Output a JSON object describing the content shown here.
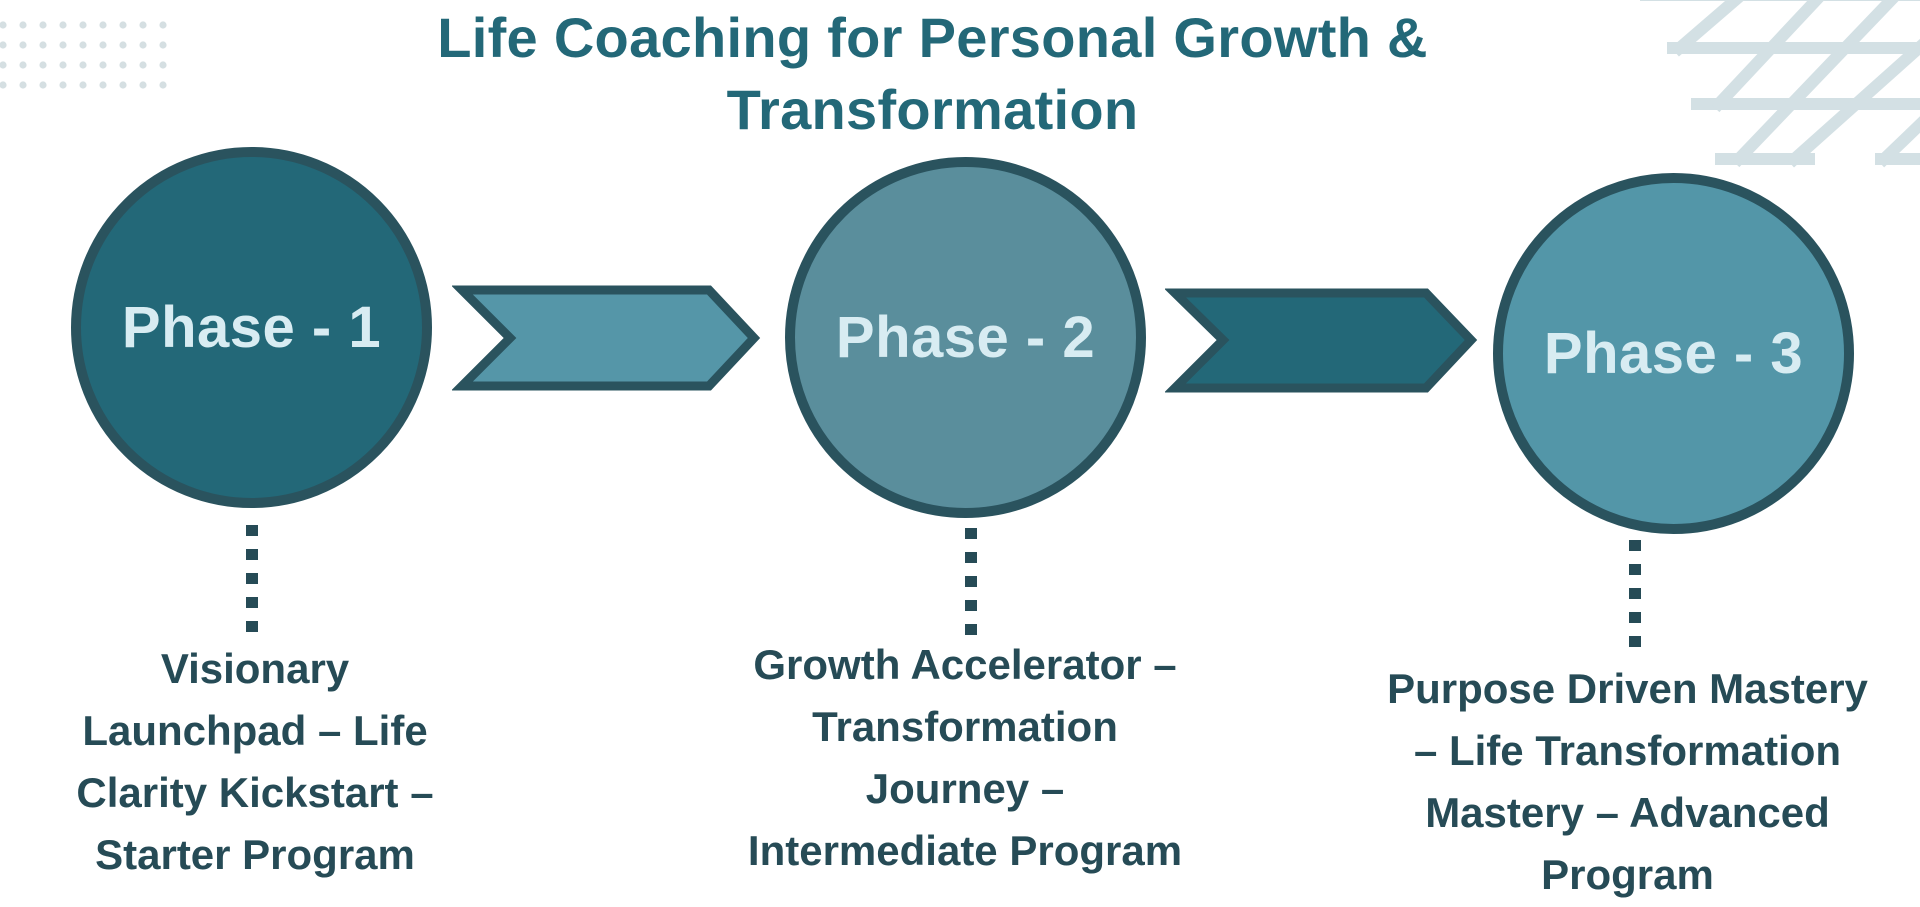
{
  "title": {
    "line1": "Life Coaching for Personal Growth &",
    "line2": "Transformation"
  },
  "colors": {
    "title": "#236878",
    "circle_border": "#2a535e",
    "phase1_fill": "#236878",
    "phase2_fill": "#5a8e9c",
    "phase3_fill": "#5396a8",
    "arrow1_fill": "#5596a8",
    "arrow2_fill": "#236878",
    "phase_label": "#d8ecf2",
    "description": "#264b56",
    "decor": "#d5dfe2"
  },
  "decorations": {
    "top_left": "dot-grid-pattern",
    "top_right": "parallelogram-lattice-pattern"
  },
  "phases": [
    {
      "label": "Phase - 1",
      "description_lines": [
        "Visionary",
        "Launchpad – Life",
        "Clarity Kickstart –",
        "Starter Program"
      ]
    },
    {
      "label": "Phase - 2",
      "description_lines": [
        "Growth Accelerator –",
        "Transformation",
        "Journey  –",
        "Intermediate Program"
      ]
    },
    {
      "label": "Phase - 3",
      "description_lines": [
        "Purpose Driven Mastery",
        "– Life Transformation",
        "Mastery  – Advanced",
        "Program"
      ]
    }
  ],
  "connectors": [
    {
      "from": "Phase - 1",
      "to": "Phase - 2",
      "icon": "chevron-arrow-right"
    },
    {
      "from": "Phase - 2",
      "to": "Phase - 3",
      "icon": "chevron-arrow-right"
    }
  ]
}
